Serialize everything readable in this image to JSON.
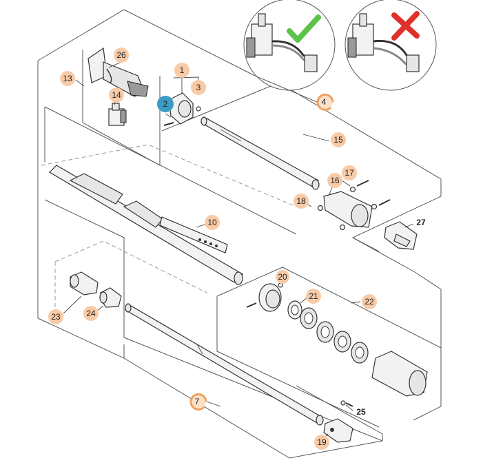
{
  "callouts": {
    "c1": "1",
    "c2": "2",
    "c3": "3",
    "c4": "4",
    "c7": "7",
    "c10": "10",
    "c13": "13",
    "c14": "14",
    "c15": "15",
    "c16": "16",
    "c17": "17",
    "c18": "18",
    "c19": "19",
    "c20": "20",
    "c21": "21",
    "c22": "22",
    "c23": "23",
    "c24": "24",
    "c25": "25",
    "c26": "26",
    "c27": "27"
  },
  "insets": {
    "correct_mark": "check-mark-icon",
    "wrong_mark": "cross-mark-icon",
    "correct_color": "#5cc24a",
    "wrong_color": "#e0302a"
  },
  "colors": {
    "callout_fill": "#f8cba8",
    "selected_fill": "#3a9cc4"
  }
}
